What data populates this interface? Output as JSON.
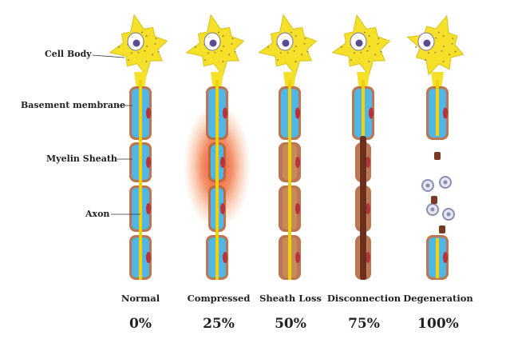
{
  "labels": {
    "cell_body": "Cell Body",
    "basement_membrane": "Basement membrane",
    "myelin_sheath": "Myelin Sheath",
    "axon": "Axon"
  },
  "stages": [
    {
      "name": "Normal",
      "percent": "0%"
    },
    {
      "name": "Compressed",
      "percent": "25%"
    },
    {
      "name": "Sheath Loss",
      "percent": "50%"
    },
    {
      "name": "Disconnection",
      "percent": "75%"
    },
    {
      "name": "Degeneration",
      "percent": "100%"
    }
  ],
  "colors": {
    "cell_body": "#f5e12a",
    "nucleus": "#ffffff",
    "nucleolus": "#5b4a8f",
    "axon": "#f3d10a",
    "myelin": "#4fb6e6",
    "basement_membrane": "#b4683f",
    "schwann_nucleus": "#b8323a",
    "inflammation": "#e8401f",
    "macrophage": "#8a8fb0"
  },
  "icons": {
    "neuron": "neuron-icon",
    "macrophage": "macrophage-icon"
  }
}
